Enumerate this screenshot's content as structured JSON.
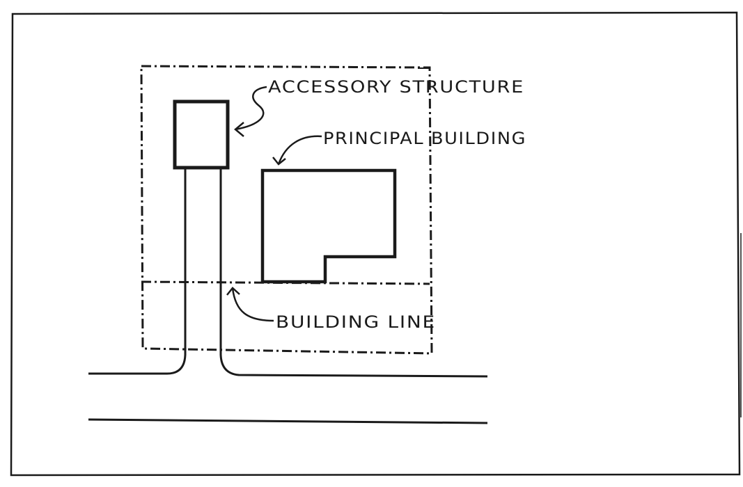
{
  "labels": {
    "accessory_structure": "ACCESSORY STRUCTURE",
    "principal_building": "PRINCIPAL BUILDING",
    "building_line": "BUILDING LINE"
  },
  "colors": {
    "ink": "#1a1a1a",
    "paper": "#ffffff"
  }
}
